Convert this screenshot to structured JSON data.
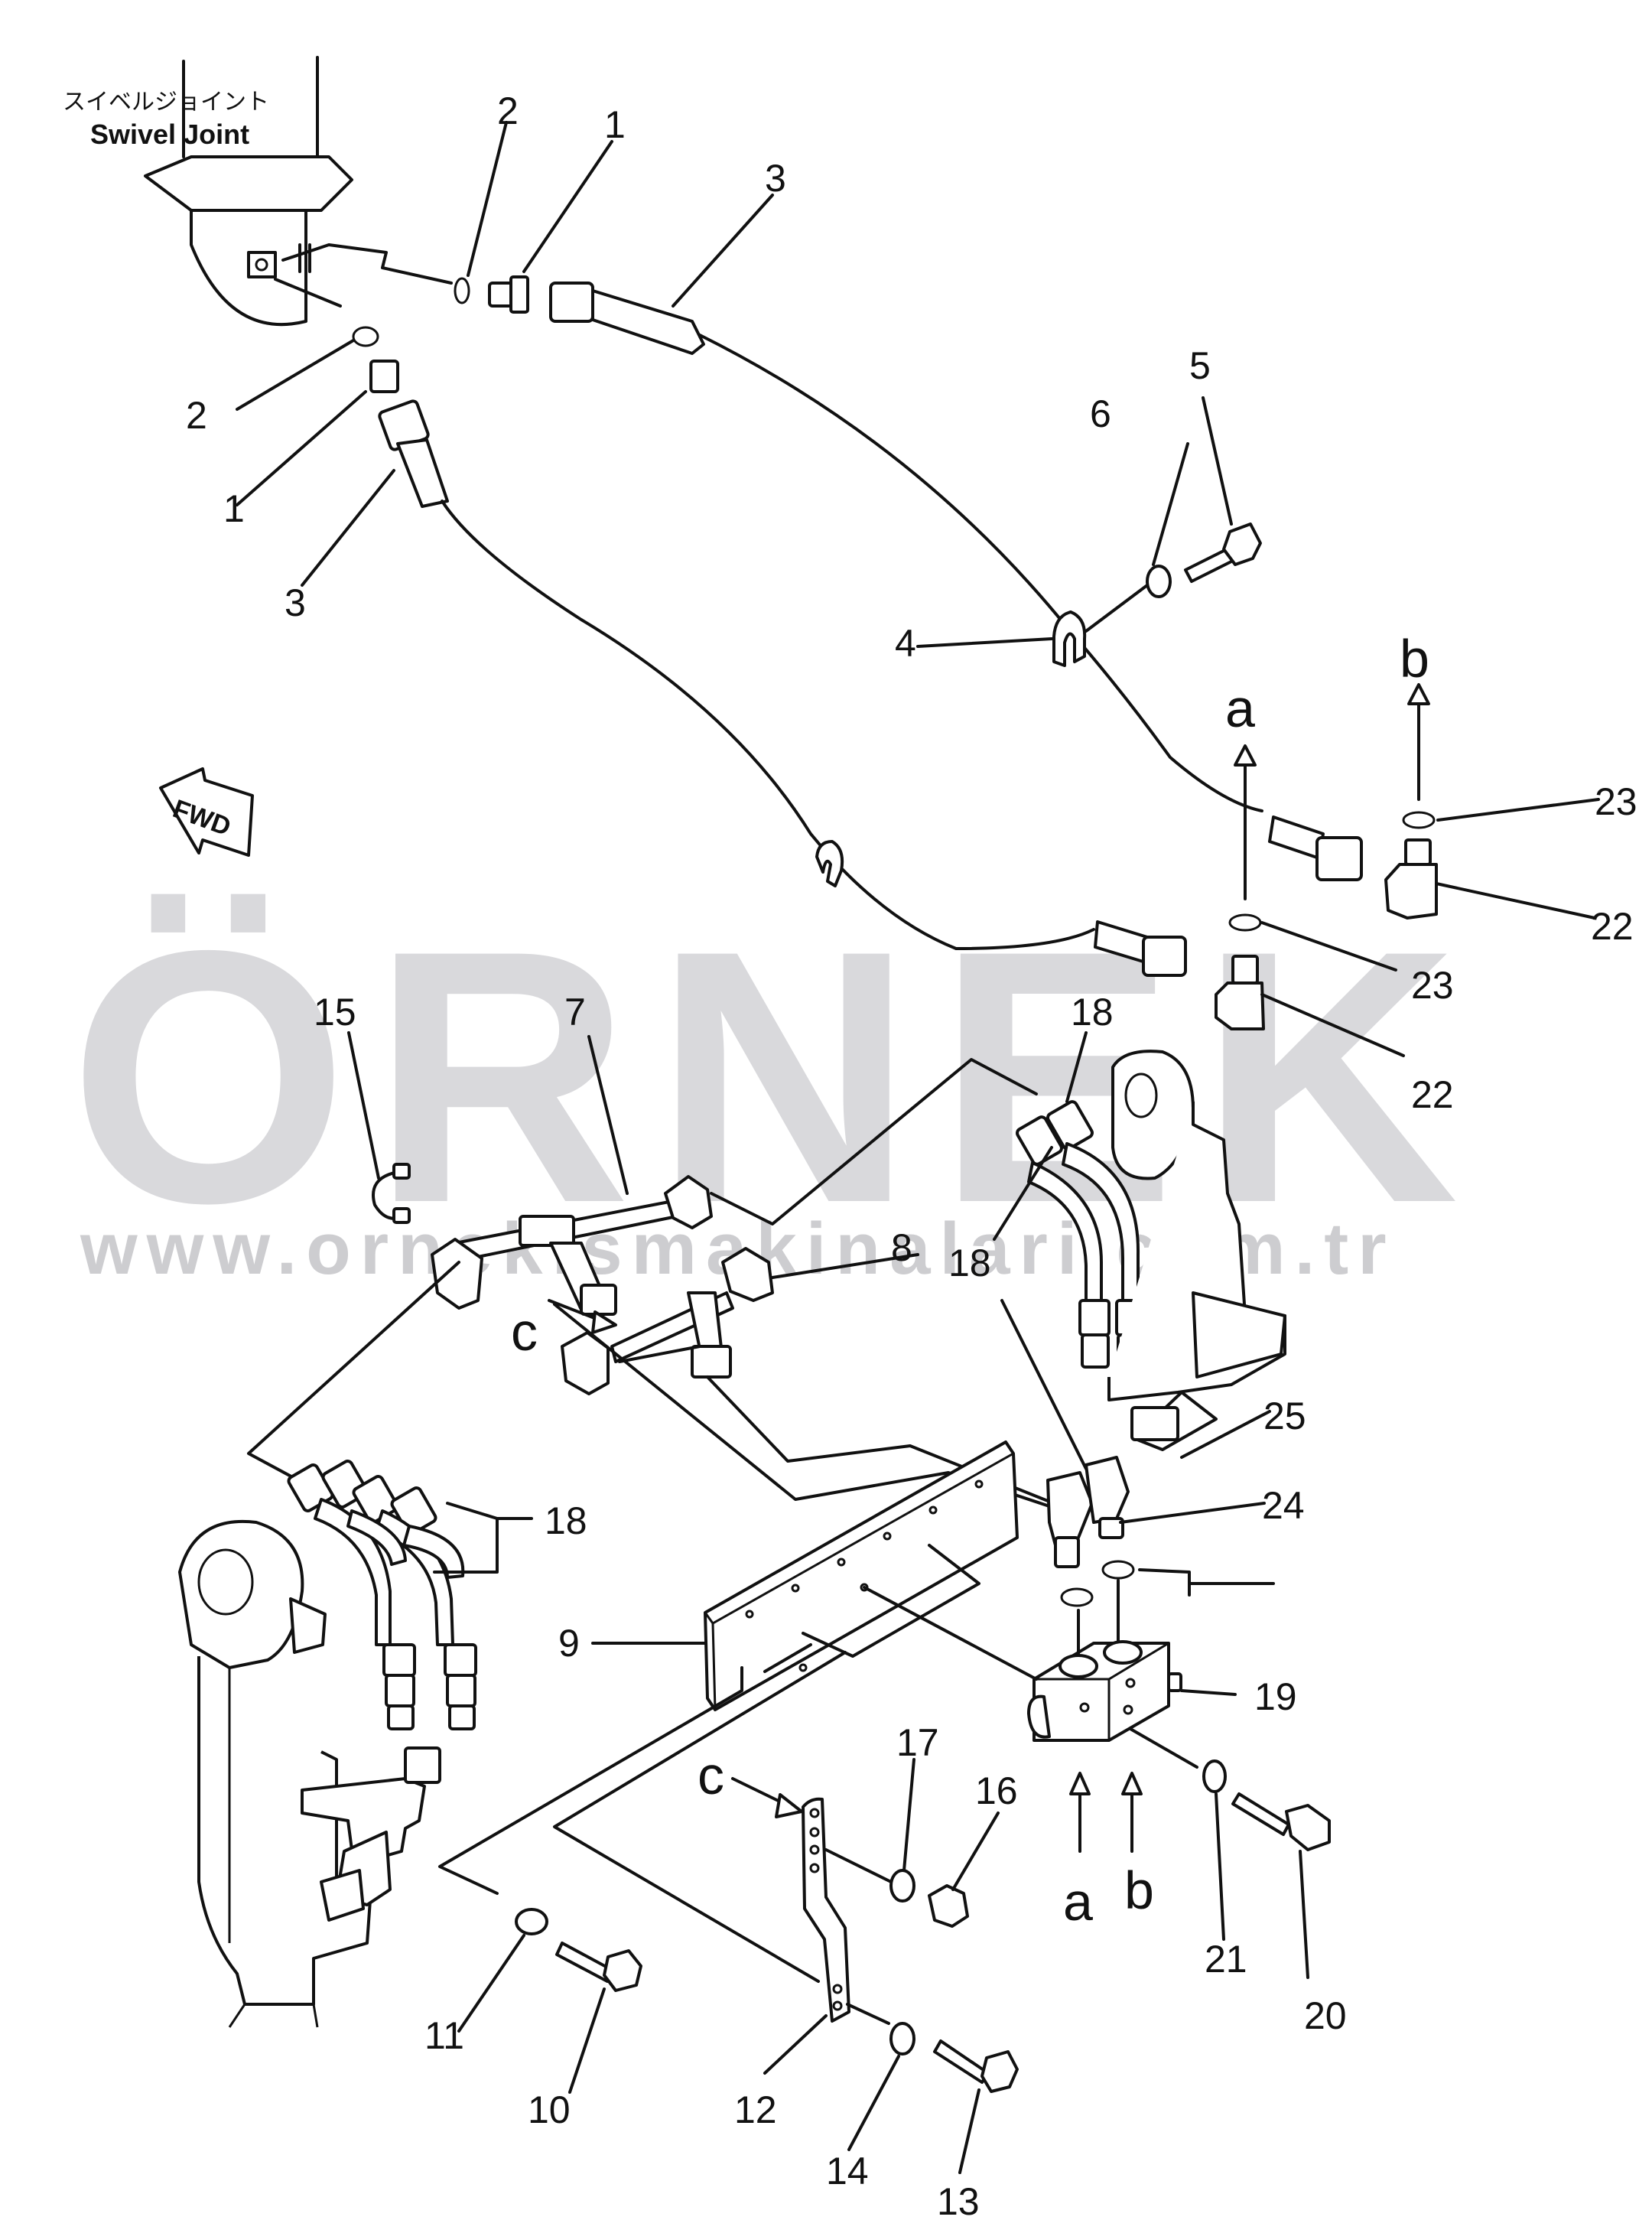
{
  "watermark": {
    "brand": "ÖRNEK",
    "url": "www.ornekismakinalari.com.tr",
    "accent_color": "#f2d27a"
  },
  "labels": {
    "swivel_joint_jp": "スイベルジョイント",
    "swivel_joint_en": "Swivel Joint",
    "fwd": "FWD",
    "view_a": "a",
    "view_b": "b",
    "view_c": "c"
  },
  "callouts": [
    "1",
    "2",
    "3",
    "4",
    "5",
    "6",
    "7",
    "8",
    "9",
    "10",
    "11",
    "12",
    "13",
    "14",
    "15",
    "16",
    "17",
    "18",
    "19",
    "20",
    "21",
    "22",
    "23",
    "24",
    "25"
  ]
}
